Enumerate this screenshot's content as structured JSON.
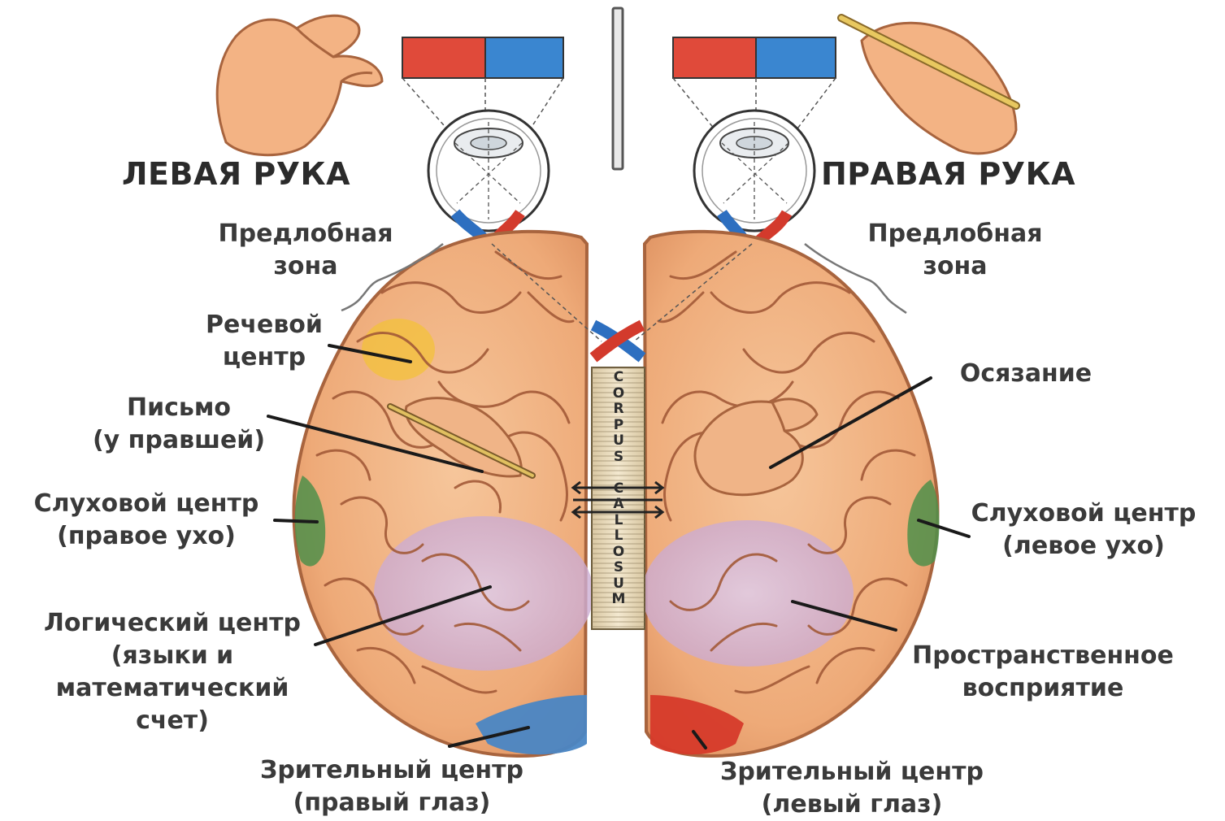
{
  "headings": {
    "left_hand": "ЛЕВАЯ РУКА",
    "right_hand": "ПРАВАЯ РУКА"
  },
  "corpus_callosum": "CORPUS CALLOSUM",
  "labels_left": {
    "prefrontal": [
      "Предлобная",
      "зона"
    ],
    "speech": [
      "Речевой",
      "центр"
    ],
    "writing": [
      "Письмо",
      "(у правшей)"
    ],
    "hearing": [
      "Слуховой центр",
      "(правое ухо)"
    ],
    "logic": [
      "Логический центр",
      "(языки и",
      "математический",
      "счет)"
    ],
    "vision": [
      "Зрительный центр",
      "(правый глаз)"
    ]
  },
  "labels_right": {
    "prefrontal": [
      "Предлобная",
      "зона"
    ],
    "touch": [
      "Осязание"
    ],
    "hearing": [
      "Слуховой центр",
      "(левое ухо)"
    ],
    "spatial": [
      "Пространственное",
      "восприятие"
    ],
    "vision": [
      "Зрительный центр",
      "(левый глаз)"
    ]
  },
  "colors": {
    "brain": "#efb07e",
    "gyri_line": "#a05a3a",
    "speech_zone": "#f3c23a",
    "hearing_zone": "#4f8f4a",
    "logic_zone": "#cfb2d6",
    "vision_left_zone": "#4a86c4",
    "vision_right_zone": "#d63a2a",
    "red_square": "#e04a3a",
    "blue_square": "#3a86d0",
    "hand": "#f3b384"
  }
}
